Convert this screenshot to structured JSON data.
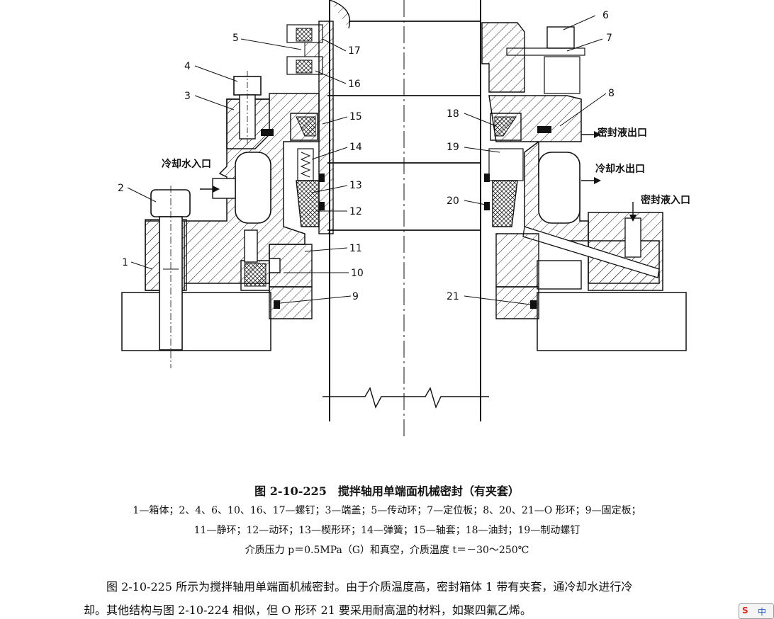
{
  "diagram": {
    "part_labels": [
      "1",
      "2",
      "3",
      "4",
      "5",
      "6",
      "7",
      "8",
      "9",
      "10",
      "11",
      "12",
      "13",
      "14",
      "15",
      "16",
      "17",
      "18",
      "19",
      "20",
      "21"
    ],
    "callouts": {
      "cooling_in": "冷却水入口",
      "seal_out": "密封液出口",
      "cooling_out": "冷却水出口",
      "seal_in": "密封液入口"
    }
  },
  "caption": {
    "title": "图 2-10-225　搅拌轴用单端面机械密封（有夹套）",
    "legend_line1": "1—箱体；2、4、6、10、16、17—螺钉；3—端盖；5—传动环；7—定位板；8、20、21—O 形环；9—固定板；",
    "legend_line2": "11—静环；12—动环；13—楔形环；14—弹簧；15—轴套；18—油封；19—制动螺钉",
    "legend_line3": "介质压力 p＝0.5MPa（G）和真空，介质温度 t＝－30～250℃"
  },
  "paragraph": {
    "line1": "图 2-10-225 所示为搅拌轴用单端面机械密封。由于介质温度高，密封箱体 1 带有夹套，通冷却水进行冷",
    "line2": "却。其他结构与图 2-10-224 相似，但 O 形环 21 要采用耐高温的材料，如聚四氟乙烯。"
  },
  "ime": {
    "logo": "S",
    "lang": "中"
  }
}
